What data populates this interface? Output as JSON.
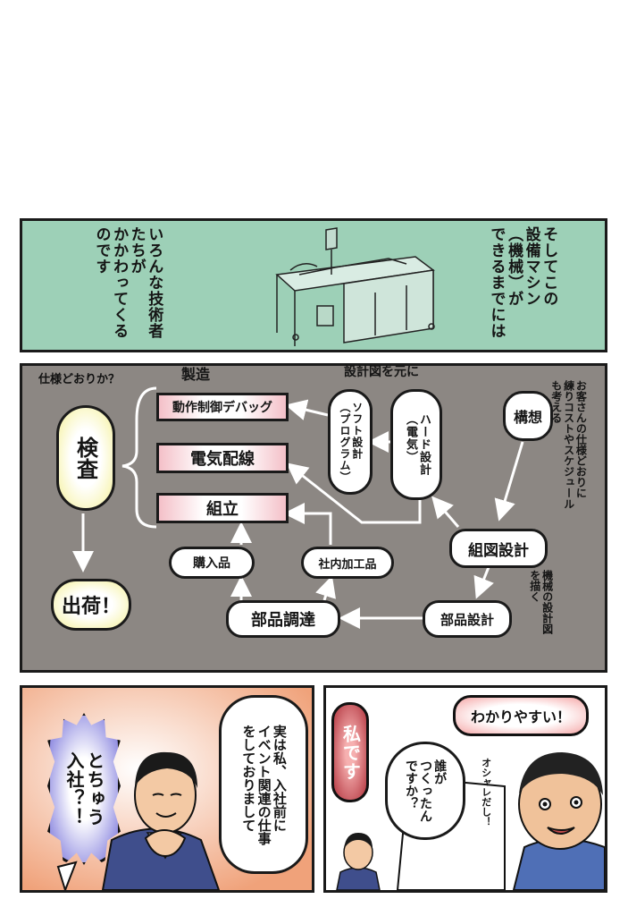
{
  "top_panel": {
    "left_caption": "いろんな技術者\nたちが\nかかわってくる\nのです",
    "right_caption": "そしてこの\n設備マシン\n（機械）が\nできるまでには"
  },
  "flow_panel": {
    "label_spec": "仕様どおりか？",
    "label_manufacture": "製造",
    "label_based_on_design": "設計図を元に",
    "right_note": "お客さんの仕様どおりに\n練りコストやスケジュール\nも考える",
    "bottom_note": "機械の設計図\nを描く",
    "nodes": {
      "inspection": "検査",
      "shipping": "出荷！",
      "debug": "動作制御デバッグ",
      "wiring": "電気配線",
      "assembly": "組立",
      "software": "ソフト設計\n（プログラム）",
      "hardware": "ハード設計\n（電気）",
      "concept": "構想",
      "assembly_design": "組図設計",
      "parts_design": "部品設計",
      "procurement": "部品調達",
      "purchased": "購入品",
      "inhouse": "社内加工品"
    }
  },
  "bottom_left": {
    "bubble_text": "実は私、入社前に\nイベント関連の仕事\nをしておりまして",
    "shout_text": "とちゅう\n入社？！"
  },
  "bottom_right": {
    "shout_text": "わかりやすい！",
    "question_text": "誰が\nつくったん\nですか？",
    "aside_text": "オシャレだし！",
    "answer_text": "私です"
  }
}
